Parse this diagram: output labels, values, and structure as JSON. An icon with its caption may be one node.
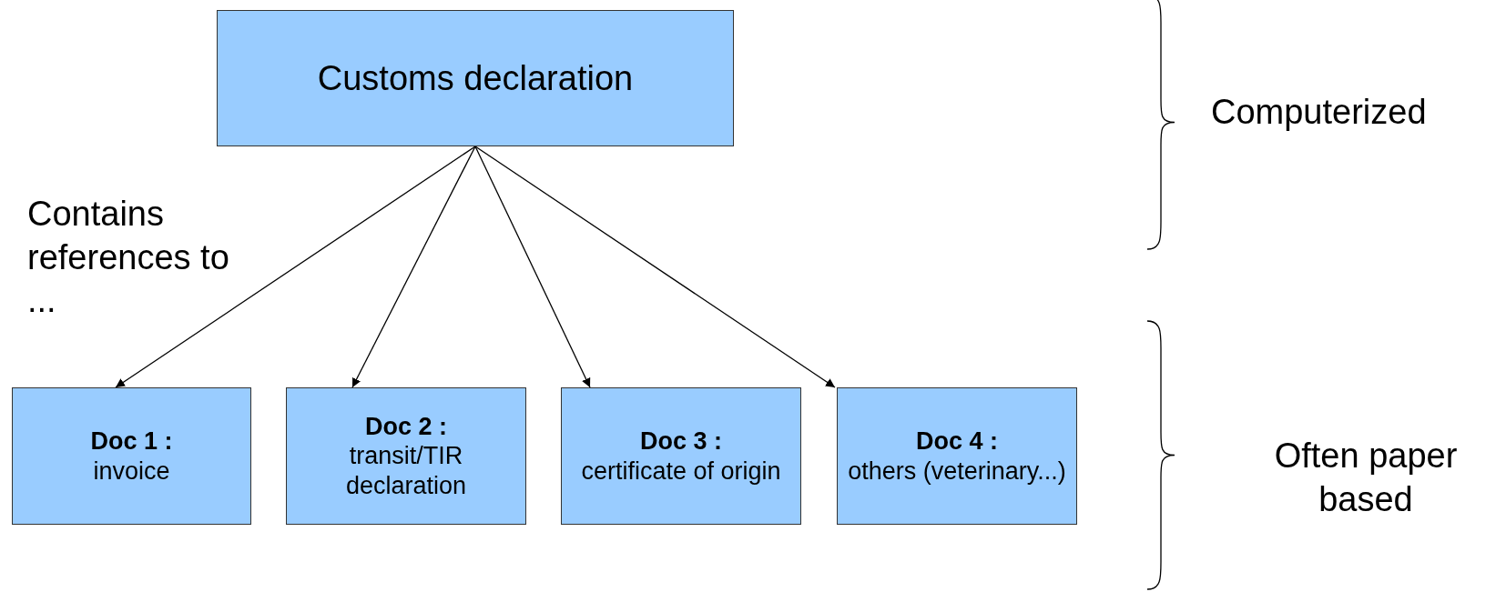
{
  "diagram": {
    "nodes": [
      {
        "text": [
          "Customs declaration"
        ]
      },
      {
        "text": [
          "Doc 1 :",
          "invoice"
        ]
      },
      {
        "text": [
          "Doc 2 :",
          "transit/TIR declaration"
        ]
      },
      {
        "text": [
          "Doc 3 :",
          "certificate of origin"
        ]
      },
      {
        "text": [
          "Doc 4 :",
          "others (veterinary...)"
        ]
      }
    ],
    "edges": [
      {
        "from": 0,
        "to": 1,
        "arrow": "to"
      },
      {
        "from": 0,
        "to": 2,
        "arrow": "to"
      },
      {
        "from": 0,
        "to": 3,
        "arrow": "to"
      },
      {
        "from": 0,
        "to": 4,
        "arrow": "to"
      }
    ],
    "labels": [
      "Contains references to ...",
      "Computerized",
      "Often paper based"
    ]
  }
}
